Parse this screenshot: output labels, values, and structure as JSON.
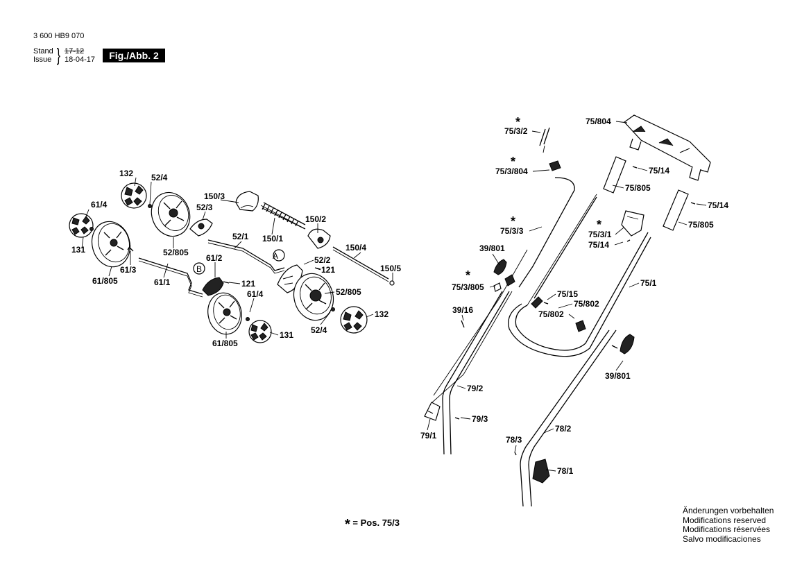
{
  "header": {
    "doc_number": "3 600 HB9 070",
    "stand_label": "Stand",
    "issue_label": "Issue",
    "old_date": "17-12",
    "new_date": "18-04-17",
    "figure_label": "Fig./Abb. 2"
  },
  "footnote": {
    "star": "*",
    "text": "= Pos.  75/3"
  },
  "notes": [
    "Änderungen vorbehalten",
    "Modifications reserved",
    "Modifications réservées",
    "Salvo modificaciones"
  ],
  "callouts": {
    "A": "A",
    "B": "B"
  },
  "labels": {
    "l132a": "132",
    "l52_4a": "52/4",
    "l61_4a": "61/4",
    "l131a": "131",
    "l52_805a": "52/805",
    "l52_3": "52/3",
    "l150_3": "150/3",
    "l150_1": "150/1",
    "l150_2": "150/2",
    "l52_1": "52/1",
    "l150_4": "150/4",
    "l150_5": "150/5",
    "l61_3": "61/3",
    "l61_805a": "61/805",
    "l61_2": "61/2",
    "l61_1": "61/1",
    "l121a": "121",
    "l52_2": "52/2",
    "l121b": "121",
    "l52_805b": "52/805",
    "l61_4b": "61/4",
    "l61_805b": "61/805",
    "l131b": "131",
    "l52_4b": "52/4",
    "l132b": "132",
    "l75_3_2": "75/3/2",
    "l75_3_804": "75/3/804",
    "l75_3_3": "75/3/3",
    "l39_801a": "39/801",
    "l75_3_805": "75/3/805",
    "l39_16": "39/16",
    "l79_2": "79/2",
    "l79_1": "79/1",
    "l79_3": "79/3",
    "l75_804": "75/804",
    "l75_14a": "75/14",
    "l75_805a": "75/805",
    "l75_14b": "75/14",
    "l75_3_1": "75/3/1",
    "l75_14c": "75/14",
    "l75_805b": "75/805",
    "l75_1": "75/1",
    "l75_15": "75/15",
    "l75_802a": "75/802",
    "l75_802b": "75/802",
    "l39_801b": "39/801",
    "l78_2": "78/2",
    "l78_3": "78/3",
    "l78_1": "78/1"
  },
  "stars": {
    "s1": "*",
    "s2": "*",
    "s3": "*",
    "s4": "*",
    "s5": "*"
  }
}
